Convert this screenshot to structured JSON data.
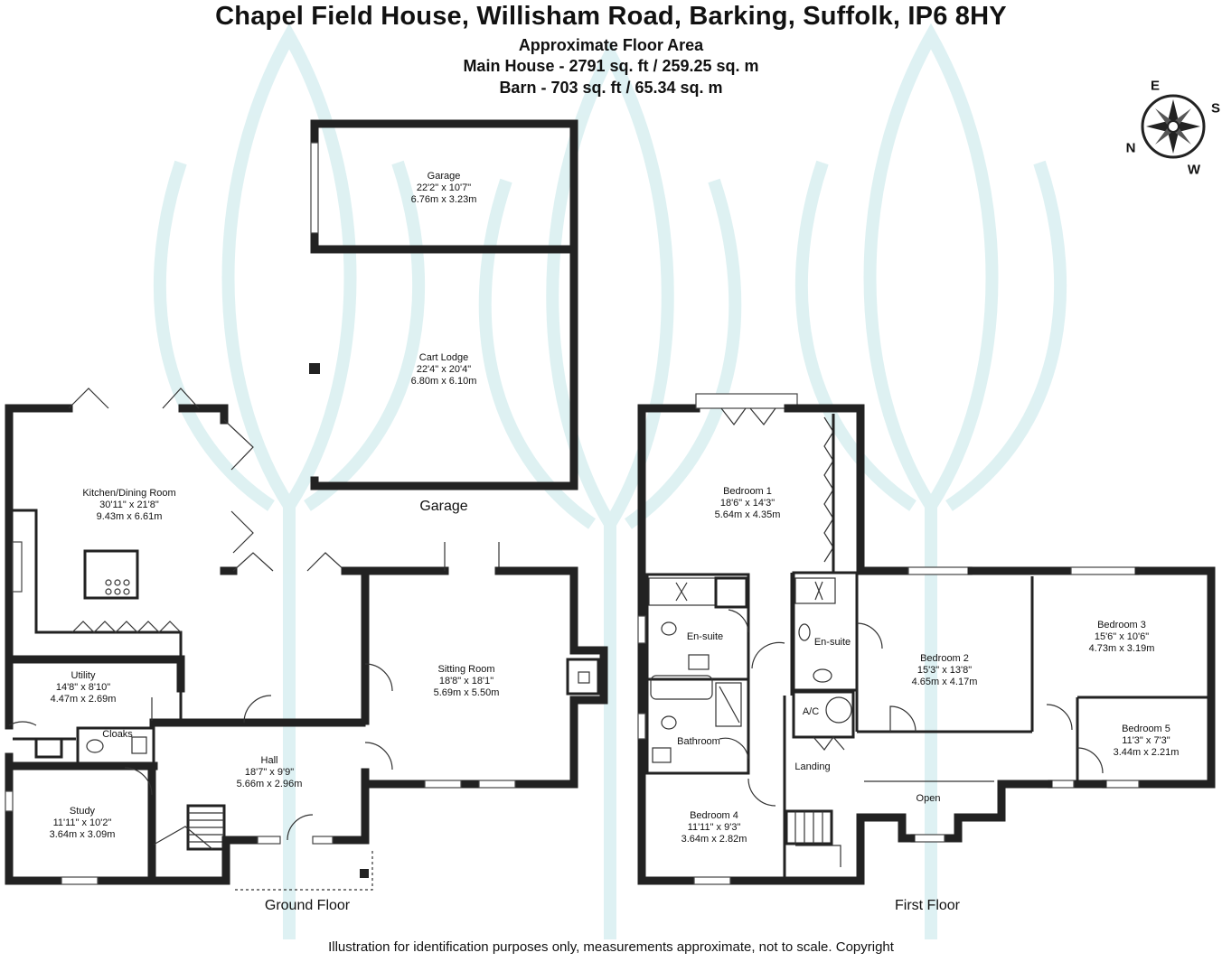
{
  "header": {
    "title": "Chapel Field House, Willisham Road, Barking, Suffolk, IP6 8HY",
    "subtitle": "Approximate Floor Area",
    "main_house": "Main House - 2791 sq. ft / 259.25 sq. m",
    "barn": "Barn - 703 sq. ft / 65.34 sq. m"
  },
  "compass": {
    "n": "N",
    "e": "E",
    "s": "S",
    "w": "W"
  },
  "garage_block": {
    "label": "Garage",
    "garage": {
      "name": "Garage",
      "imperial": "22'2\" x 10'7\"",
      "metric": "6.76m x 3.23m"
    },
    "cart_lodge": {
      "name": "Cart Lodge",
      "imperial": "22'4\" x 20'4\"",
      "metric": "6.80m x 6.10m"
    }
  },
  "ground_floor": {
    "label": "Ground Floor",
    "kitchen": {
      "name": "Kitchen/Dining Room",
      "imperial": "30'11\" x 21'8\"",
      "metric": "9.43m x 6.61m"
    },
    "utility": {
      "name": "Utility",
      "imperial": "14'8\" x 8'10\"",
      "metric": "4.47m x 2.69m"
    },
    "cloaks": {
      "name": "Cloaks"
    },
    "study": {
      "name": "Study",
      "imperial": "11'11\" x 10'2\"",
      "metric": "3.64m x 3.09m"
    },
    "hall": {
      "name": "Hall",
      "imperial": "18'7\" x 9'9\"",
      "metric": "5.66m x 2.96m"
    },
    "sitting": {
      "name": "Sitting Room",
      "imperial": "18'8\" x 18'1\"",
      "metric": "5.69m x 5.50m"
    }
  },
  "first_floor": {
    "label": "First Floor",
    "bed1": {
      "name": "Bedroom 1",
      "imperial": "18'6\" x 14'3\"",
      "metric": "5.64m x 4.35m"
    },
    "bed2": {
      "name": "Bedroom 2",
      "imperial": "15'3\" x 13'8\"",
      "metric": "4.65m x 4.17m"
    },
    "bed3": {
      "name": "Bedroom 3",
      "imperial": "15'6\" x 10'6\"",
      "metric": "4.73m x 3.19m"
    },
    "bed4": {
      "name": "Bedroom 4",
      "imperial": "11'11\" x 9'3\"",
      "metric": "3.64m x 2.82m"
    },
    "bed5": {
      "name": "Bedroom 5",
      "imperial": "11'3\" x 7'3\"",
      "metric": "3.44m x 2.21m"
    },
    "ensuite1": "En-suite",
    "ensuite2": "En-suite",
    "bathroom": "Bathroom",
    "ac": "A/C",
    "landing": "Landing",
    "open": "Open"
  },
  "disclaimer": "Illustration for identification purposes only, measurements approximate, not to scale. Copyright"
}
